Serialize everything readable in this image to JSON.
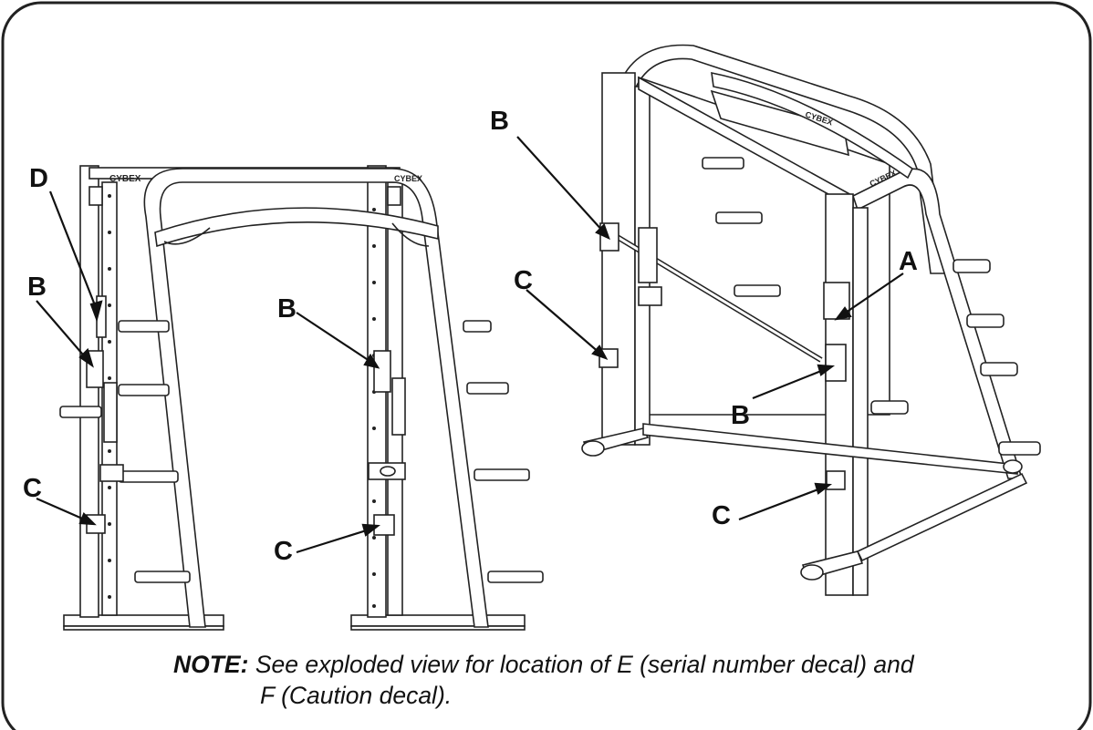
{
  "callouts": {
    "left_d": "D",
    "left_b": "B",
    "left_c": "C",
    "middle_b": "B",
    "middle_c": "C",
    "right_b_top": "B",
    "right_c_top": "C",
    "right_a": "A",
    "right_b_lower": "B",
    "right_c_lower": "C"
  },
  "brand_marks": [
    "CYBEX",
    "CYBEX",
    "CYBEX",
    "CYBEX"
  ],
  "note": {
    "label": "NOTE:",
    "line1": "See exploded view for location of E (serial number decal) and",
    "line2": "F (Caution decal)."
  }
}
